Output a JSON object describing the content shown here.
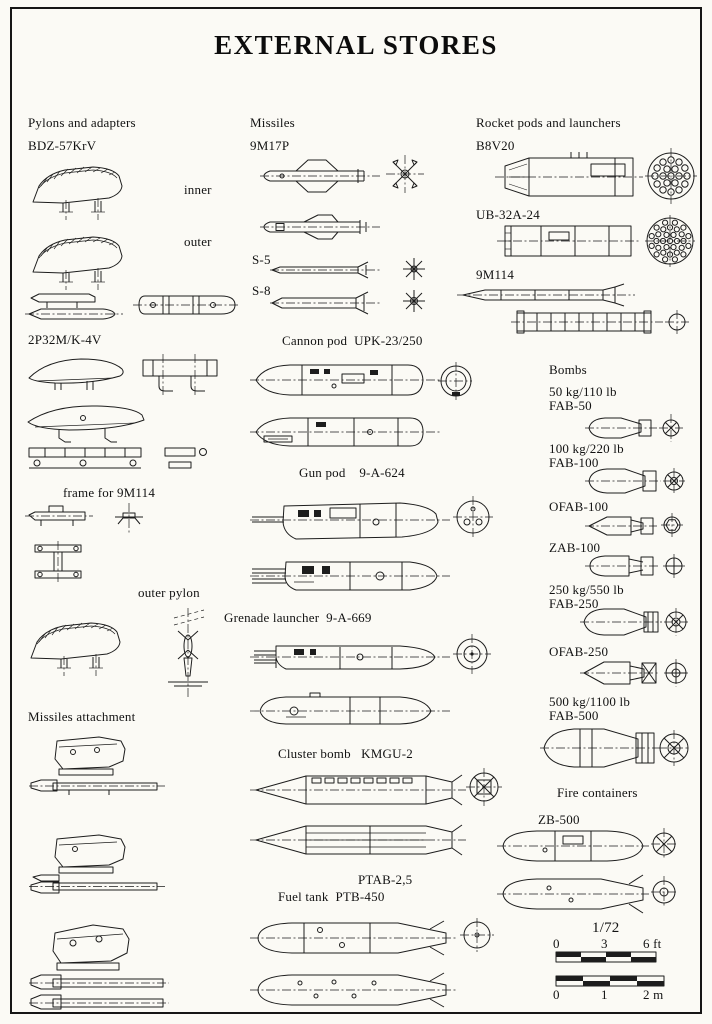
{
  "title": "EXTERNAL STORES",
  "left": {
    "heading": "Pylons and adapters",
    "bdz_label": "BDZ-57KrV",
    "inner_label": "inner",
    "outer_label": "outer",
    "p32_label": "2P32M/K-4V",
    "frame_label": "frame for 9M114",
    "outer_pylon_label": "outer pylon",
    "attachment_heading": "Missiles attachment"
  },
  "middle": {
    "heading": "Missiles",
    "m9m17p": "9M17P",
    "s5": "S-5",
    "s8": "S-8",
    "cannon_pod": "Cannon pod  UPK-23/250",
    "gun_pod": "Gun pod    9-A-624",
    "grenade_launcher": "Grenade launcher  9-A-669",
    "cluster_bomb": "Cluster bomb   KMGU-2",
    "ptab": "PTAB-2,5",
    "fuel_tank": "Fuel tank  PTB-450"
  },
  "right": {
    "heading": "Rocket pods and launchers",
    "b8v20": "B8V20",
    "ub32": "UB-32A-24",
    "m9m114": "9M114",
    "bombs_heading": "Bombs",
    "bombs": [
      {
        "weight": "50 kg/110 lb",
        "name": "FAB-50"
      },
      {
        "weight": "100 kg/220 lb",
        "name": "FAB-100"
      },
      {
        "name": "OFAB-100"
      },
      {
        "name": "ZAB-100"
      },
      {
        "weight": "250 kg/550 lb",
        "name": "FAB-250"
      },
      {
        "name": "OFAB-250"
      },
      {
        "weight": "500 kg/1100 lb",
        "name": "FAB-500"
      }
    ],
    "fire_heading": "Fire containers",
    "zb500": "ZB-500"
  },
  "scale": {
    "ratio": "1/72",
    "ft": [
      "0",
      "3",
      "6 ft"
    ],
    "m": [
      "0",
      "1",
      "2 m"
    ]
  }
}
